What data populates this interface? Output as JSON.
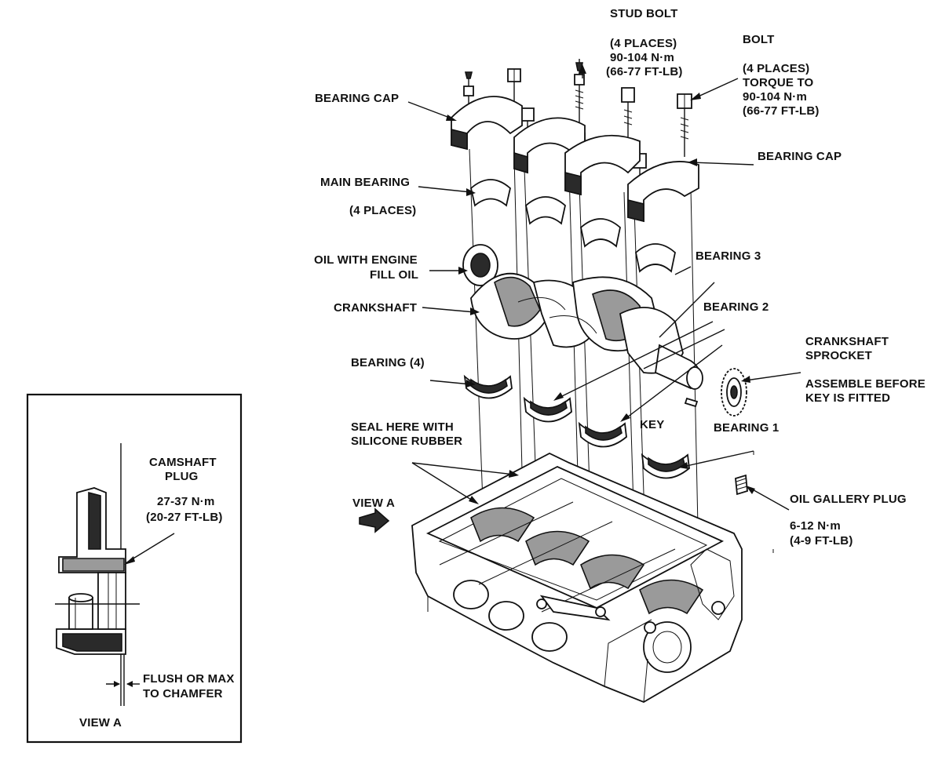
{
  "labels": {
    "stud_bolt": "STUD BOLT",
    "stud_bolt_places": "(4 PLACES)",
    "stud_bolt_torque_nm": "90-104 N·m",
    "stud_bolt_torque_ftlb": "(66-77 FT-LB)",
    "bolt": "BOLT",
    "bolt_places": "(4 PLACES)",
    "bolt_torque_to": "TORQUE TO",
    "bolt_torque_nm": "90-104 N·m",
    "bolt_torque_ftlb": "(66-77 FT-LB)",
    "bearing_cap_left": "BEARING CAP",
    "bearing_cap_right": "BEARING CAP",
    "main_bearing": "MAIN BEARING",
    "main_bearing_places": "(4 PLACES)",
    "oil_line1": "OIL WITH ENGINE",
    "oil_line2": "FILL OIL",
    "crankshaft": "CRANKSHAFT",
    "bearing_3": "BEARING 3",
    "bearing_2": "BEARING 2",
    "bearing_4": "BEARING (4)",
    "crankshaft_sprocket_line1": "CRANKSHAFT",
    "crankshaft_sprocket_line2": "SPROCKET",
    "assemble_line1": "ASSEMBLE BEFORE",
    "assemble_line2": "KEY IS FITTED",
    "key": "KEY",
    "bearing_1": "BEARING 1",
    "seal_line1": "SEAL HERE WITH",
    "seal_line2": "SILICONE RUBBER",
    "view_a": "VIEW A",
    "oil_gallery_plug": "OIL GALLERY PLUG",
    "oil_gallery_torque_nm": "6-12 N·m",
    "oil_gallery_torque_ftlb": "(4-9 FT-LB)",
    "camshaft_line1": "CAMSHAFT",
    "camshaft_line2": "PLUG",
    "camshaft_torque_nm": "27-37 N·m",
    "camshaft_torque_ftlb": "(20-27 FT-LB)",
    "flush_line1": "FLUSH OR MAX",
    "flush_line2": "TO CHAMFER",
    "view_a_inset": "VIEW A"
  }
}
